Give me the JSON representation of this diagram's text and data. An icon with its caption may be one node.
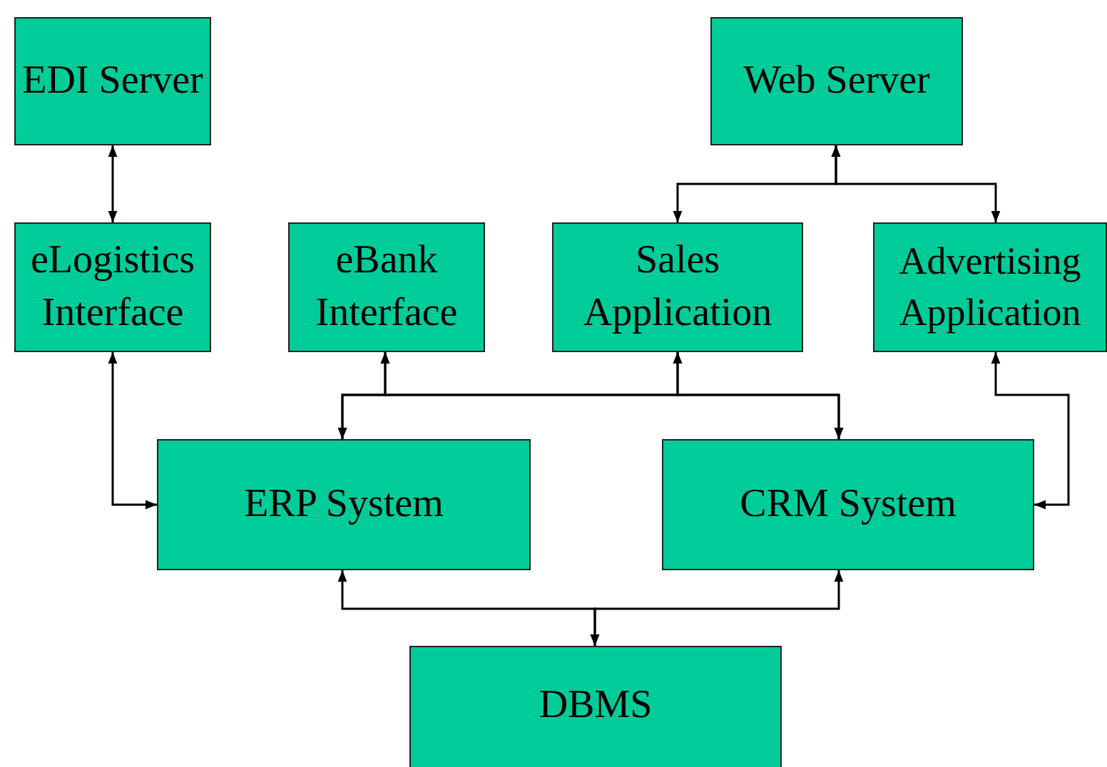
{
  "diagram": {
    "nodes": [
      {
        "text": [
          "EDI Server"
        ]
      },
      {
        "text": [
          "Web Server"
        ]
      },
      {
        "text": [
          "eLogistics Interface"
        ]
      },
      {
        "text": [
          "eBank Interface"
        ]
      },
      {
        "text": [
          "Sales Application"
        ]
      },
      {
        "text": [
          "Advertising Application"
        ]
      },
      {
        "text": [
          "ERP System"
        ]
      },
      {
        "text": [
          "CRM System"
        ]
      },
      {
        "text": [
          "DBMS"
        ]
      }
    ],
    "edges": [
      {
        "from": 0,
        "to": 2,
        "arrow": "both"
      },
      {
        "from": 1,
        "to": 4,
        "arrow": "both"
      },
      {
        "from": 1,
        "to": 5,
        "arrow": "both"
      },
      {
        "from": 2,
        "to": 6,
        "arrow": "both"
      },
      {
        "from": 3,
        "to": 6,
        "arrow": "both"
      },
      {
        "from": 3,
        "to": 7,
        "arrow": "both"
      },
      {
        "from": 4,
        "to": 6,
        "arrow": "both"
      },
      {
        "from": 4,
        "to": 7,
        "arrow": "both"
      },
      {
        "from": 5,
        "to": 7,
        "arrow": "both"
      },
      {
        "from": 6,
        "to": 8,
        "arrow": "both"
      },
      {
        "from": 7,
        "to": 8,
        "arrow": "both"
      }
    ]
  }
}
